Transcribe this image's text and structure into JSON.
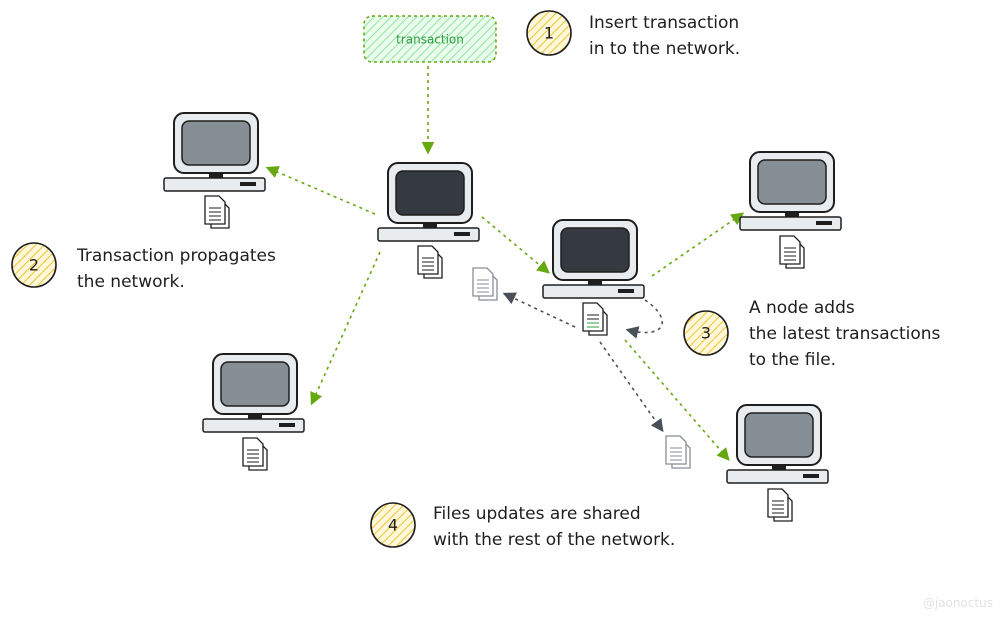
{
  "transaction_box": {
    "label": "transaction"
  },
  "steps": [
    {
      "number": "1",
      "lines": [
        "Insert transaction",
        "in to the network."
      ]
    },
    {
      "number": "2",
      "lines": [
        "Transaction propagates",
        "the network."
      ]
    },
    {
      "number": "3",
      "lines": [
        "A node adds",
        "the latest transactions",
        "to the file."
      ]
    },
    {
      "number": "4",
      "lines": [
        "Files updates are shared",
        "with the rest of the network."
      ]
    }
  ],
  "watermark": "@jaonoctus",
  "colors": {
    "green_arrow": "#66a80f",
    "gray_arrow": "#495057",
    "badge_fill": "#ffec99",
    "transaction_fill": "#b2f2bb"
  }
}
